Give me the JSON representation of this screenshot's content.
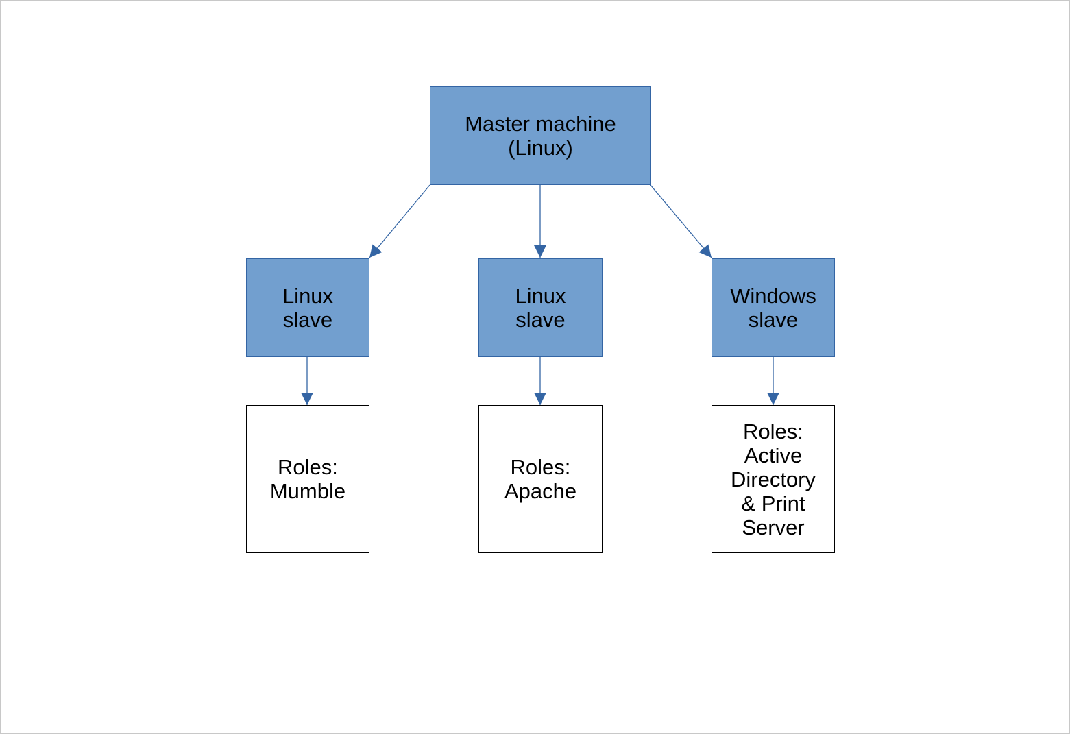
{
  "colors": {
    "node_fill": "#729fcf",
    "node_border": "#3465a4",
    "connector": "#3465a4",
    "role_border": "#000000",
    "text": "#000000"
  },
  "master": {
    "line1": "Master machine",
    "line2": "(Linux)"
  },
  "slaves": [
    {
      "line1": "Linux",
      "line2": "slave"
    },
    {
      "line1": "Linux",
      "line2": "slave"
    },
    {
      "line1": "Windows",
      "line2": "slave"
    }
  ],
  "roles": [
    {
      "lines": [
        "Roles:",
        "Mumble"
      ]
    },
    {
      "lines": [
        "Roles:",
        "Apache"
      ]
    },
    {
      "lines": [
        "Roles:",
        "Active",
        "Directory",
        "& Print",
        "Server"
      ]
    }
  ]
}
